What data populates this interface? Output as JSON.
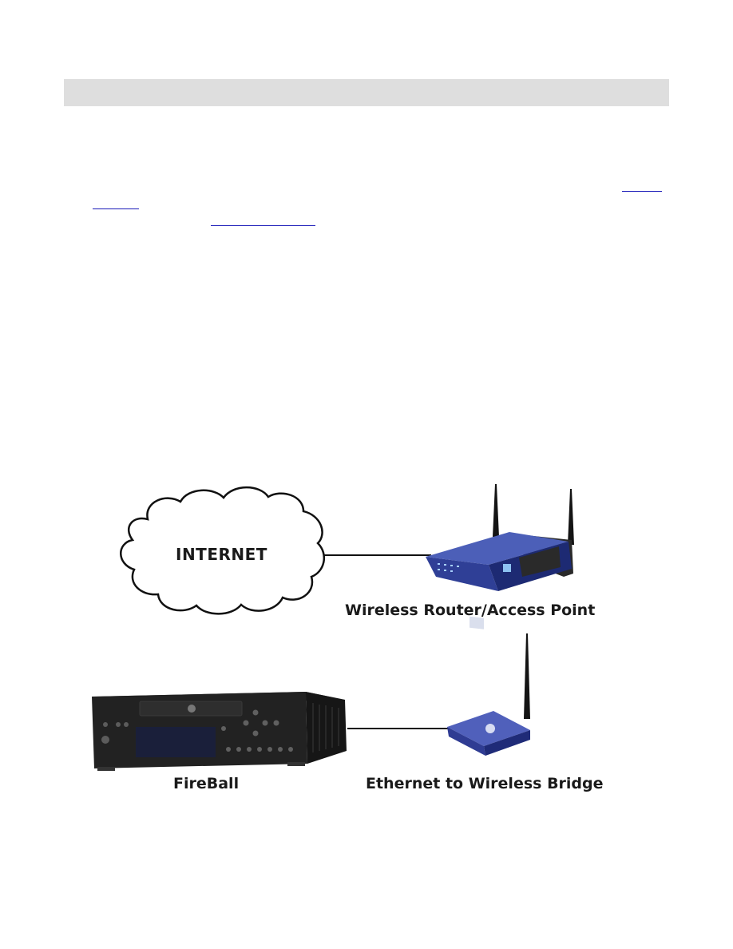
{
  "header": {
    "band_color": "#dedede"
  },
  "links": {
    "color": "#1a1ab8"
  },
  "diagram": {
    "internet_label": "INTERNET",
    "router_label": "Wireless Router/Access Point",
    "fireball_label": "FireBall",
    "bridge_label": "Ethernet to Wireless Bridge",
    "icons": [
      "cloud-icon",
      "wireless-router-icon",
      "fireball-device-icon",
      "wireless-bridge-icon"
    ]
  }
}
